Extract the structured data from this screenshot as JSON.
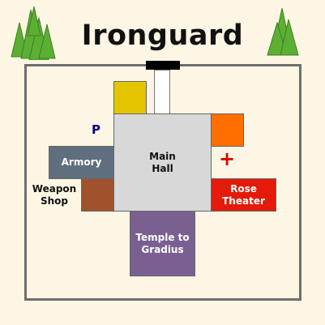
{
  "map": {
    "title": "Ironguard",
    "colors": {
      "background": "#FEF6E4",
      "wall": "#6E6E6E",
      "tree": "#5BB033",
      "main_hall": "#D8D8D8",
      "armory": "#5F6F7F",
      "weapon_shop": "#A0522D",
      "temple": "#7A6090",
      "rose_theater": "#E41A0A",
      "yellow_building": "#E5C500",
      "orange_building": "#FF6F00",
      "parking_marker": "#00008B",
      "medical_marker": "#E00000"
    },
    "buildings": {
      "main_hall": "Main Hall",
      "armory": "Armory",
      "weapon_shop": "Weapon Shop",
      "temple": "Temple to Gradius",
      "rose_theater": "Rose Theater"
    },
    "markers": {
      "parking": "P",
      "medical": "+"
    },
    "icons": [
      "tree-icon",
      "parking-icon",
      "medical-cross-icon"
    ]
  }
}
